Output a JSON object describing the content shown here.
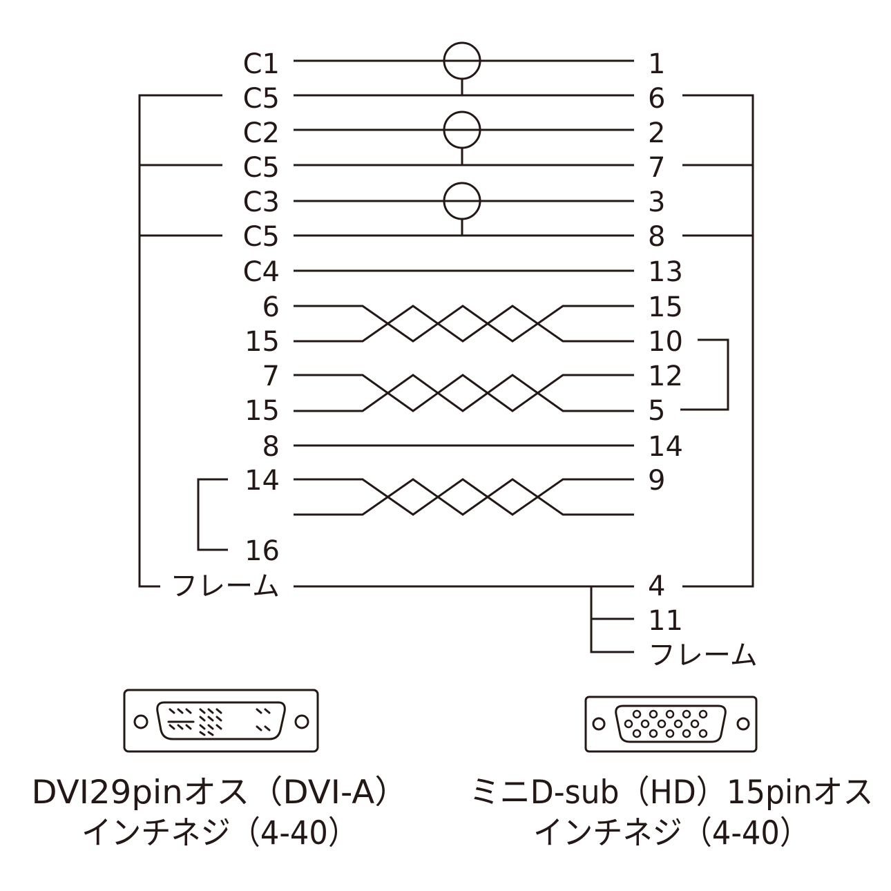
{
  "left_pins": [
    "C1",
    "C5",
    "C2",
    "C5",
    "C3",
    "C5",
    "C4",
    "6",
    "15",
    "7",
    "15",
    "8",
    "14",
    "",
    "16",
    "フレーム"
  ],
  "right_pins": [
    "1",
    "6",
    "2",
    "7",
    "3",
    "8",
    "13",
    "15",
    "10",
    "12",
    "5",
    "14",
    "9",
    "",
    "",
    "4"
  ],
  "right_extra": [
    "11",
    "フレーム"
  ],
  "left_connector": {
    "caption_line1": "DVI29pinオス（DVI-A）",
    "caption_line2": "インチネジ（4-40）"
  },
  "right_connector": {
    "caption_line1": "ミニD-sub（HD）15pinオス",
    "caption_line2": "インチネジ（4-40）"
  }
}
